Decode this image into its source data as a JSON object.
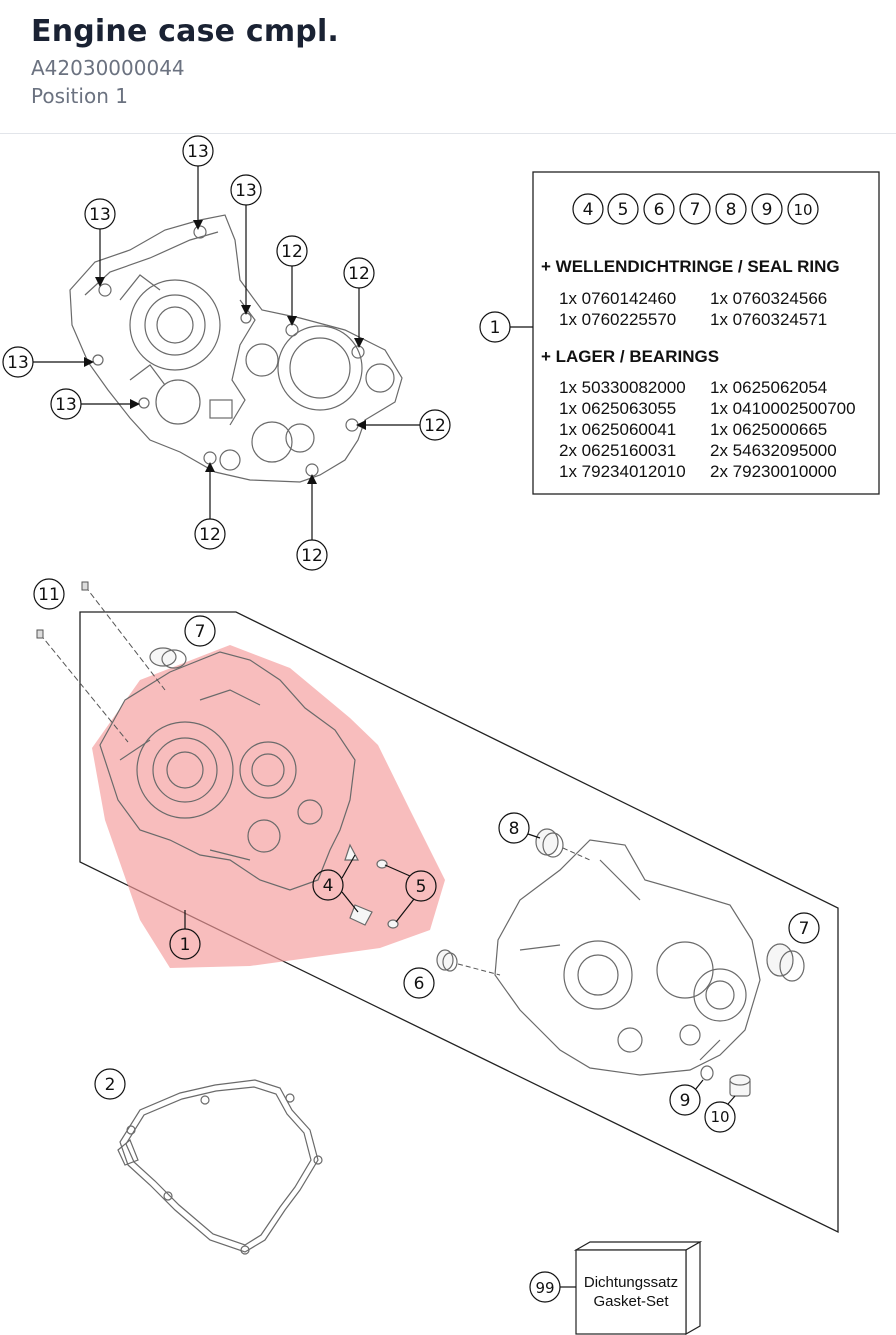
{
  "header": {
    "title": "Engine case cmpl.",
    "part_number": "A42030000044",
    "position": "Position 1"
  },
  "legend_box": {
    "ref_numbers": [
      "4",
      "5",
      "6",
      "7",
      "8",
      "9",
      "10"
    ],
    "seal_heading": "+ WELLENDICHTRINGE / SEAL RING",
    "seal_rows": [
      [
        "1x 0760142460",
        "1x 0760324566"
      ],
      [
        "1x 0760225570",
        "1x 0760324571"
      ]
    ],
    "bearing_heading": "+ LAGER / BEARINGS",
    "bearing_rows": [
      [
        "1x 50330082000",
        "1x 0625062054"
      ],
      [
        "1x 0625063055",
        "1x 0410002500700"
      ],
      [
        "1x 0625060041",
        "1x 0625000665"
      ],
      [
        "2x 0625160031",
        "2x 54632095000"
      ],
      [
        "1x 79234012010",
        "2x 79230010000"
      ]
    ]
  },
  "callouts": {
    "c1_box": "1",
    "c13a": "13",
    "c13b": "13",
    "c13c": "13",
    "c13d": "13",
    "c13e": "13",
    "c12a": "12",
    "c12b": "12",
    "c12c": "12",
    "c12d": "12",
    "c12e": "12",
    "c11": "11",
    "c7a": "7",
    "c7b": "7",
    "c8": "8",
    "c4": "4",
    "c5": "5",
    "c1_main": "1",
    "c6": "6",
    "c9": "9",
    "c10": "10",
    "c2": "2",
    "c99": "99"
  },
  "gasket_box": {
    "line1": "Dichtungssatz",
    "line2": "Gasket-Set"
  },
  "colors": {
    "highlight": "#f59a9a",
    "text": "#1a2233",
    "subtext": "#6b7280"
  }
}
